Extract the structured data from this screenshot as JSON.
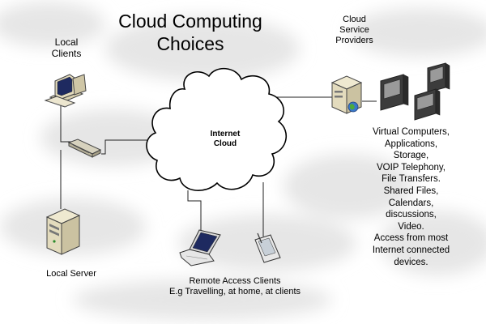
{
  "title": [
    "Cloud Computing",
    "Choices"
  ],
  "labels": {
    "local_clients": [
      "Local",
      "Clients"
    ],
    "local_server": "Local Server",
    "providers": [
      "Cloud",
      "Service",
      "Providers"
    ],
    "internet_cloud": [
      "Internet",
      "Cloud"
    ],
    "remote_clients": [
      "Remote Access Clients",
      "E.g Travelling, at home, at clients"
    ]
  },
  "services": [
    "Virtual Computers,",
    "Applications,",
    "Storage,",
    "VOIP Telephony,",
    "File Transfers.",
    "Shared Files,",
    "Calendars,",
    "discussions,",
    "Video.",
    "Access from most",
    "Internet connected",
    "devices."
  ],
  "icons": [
    "desktop-computer-icon",
    "network-switch-icon",
    "server-tower-icon",
    "cloud-icon",
    "provider-server-icon",
    "globe-icon",
    "provider-computer-icon",
    "laptop-icon",
    "pda-icon"
  ],
  "colors": {
    "line": "#222222",
    "cloud_stroke": "#000000",
    "cloud_fill": "#ffffff",
    "device_body": "#e3dbbd"
  }
}
